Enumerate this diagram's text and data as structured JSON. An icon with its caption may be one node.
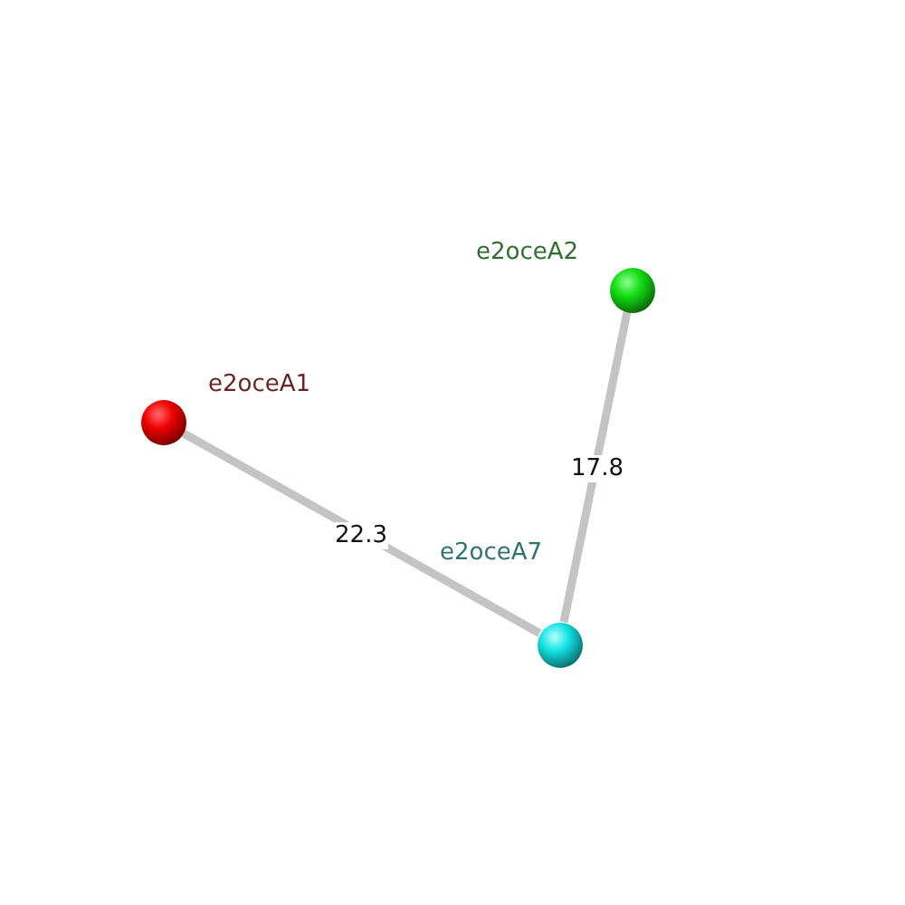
{
  "diagram": {
    "nodes": [
      {
        "text": [],
        "shape": "circle",
        "beside": [
          "e2oceA1"
        ]
      },
      {
        "text": [],
        "shape": "circle",
        "beside": [
          "e2oceA2"
        ]
      },
      {
        "text": [],
        "shape": "circle",
        "beside": [
          "e2oceA7"
        ]
      }
    ],
    "edges": [
      {
        "from": 0,
        "to": 2,
        "arrow": "none",
        "label": "22.3"
      },
      {
        "from": 1,
        "to": 2,
        "arrow": "none",
        "label": "17.8"
      }
    ]
  }
}
